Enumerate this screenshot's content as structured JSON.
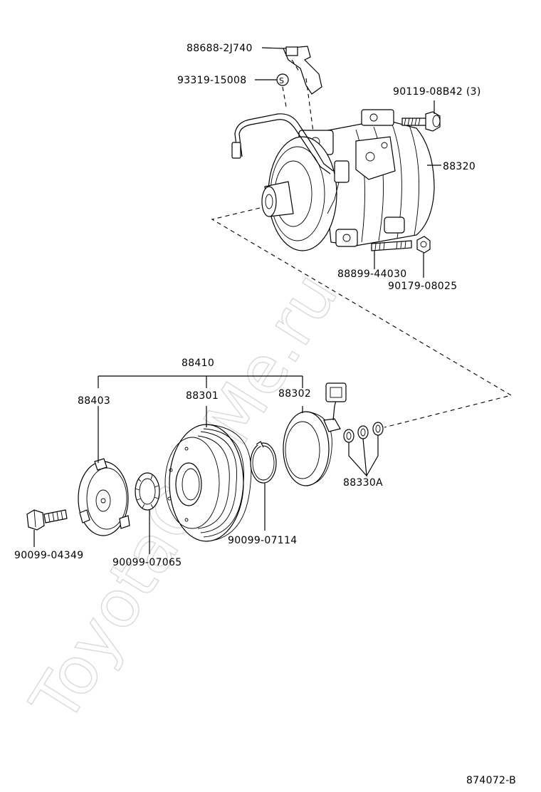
{
  "watermark": "ToyotaCarMe.ru",
  "diagram_code": "874072-B",
  "parts": {
    "wire_clamp": "88688-2J740",
    "sleeve": "93319-15008",
    "sleeve_mark": "S",
    "bolt_top": "90119-08B42 (3)",
    "compressor": "88320",
    "stud": "88899-44030",
    "nut": "90179-08025",
    "clutch_assy": "88410",
    "pressure_plate": "88403",
    "pulley": "88301",
    "stator": "88302",
    "shim_set": "88330A",
    "bolt_front": "90099-04349",
    "snap_ring_small": "90099-07065",
    "snap_ring_large": "90099-07114"
  }
}
